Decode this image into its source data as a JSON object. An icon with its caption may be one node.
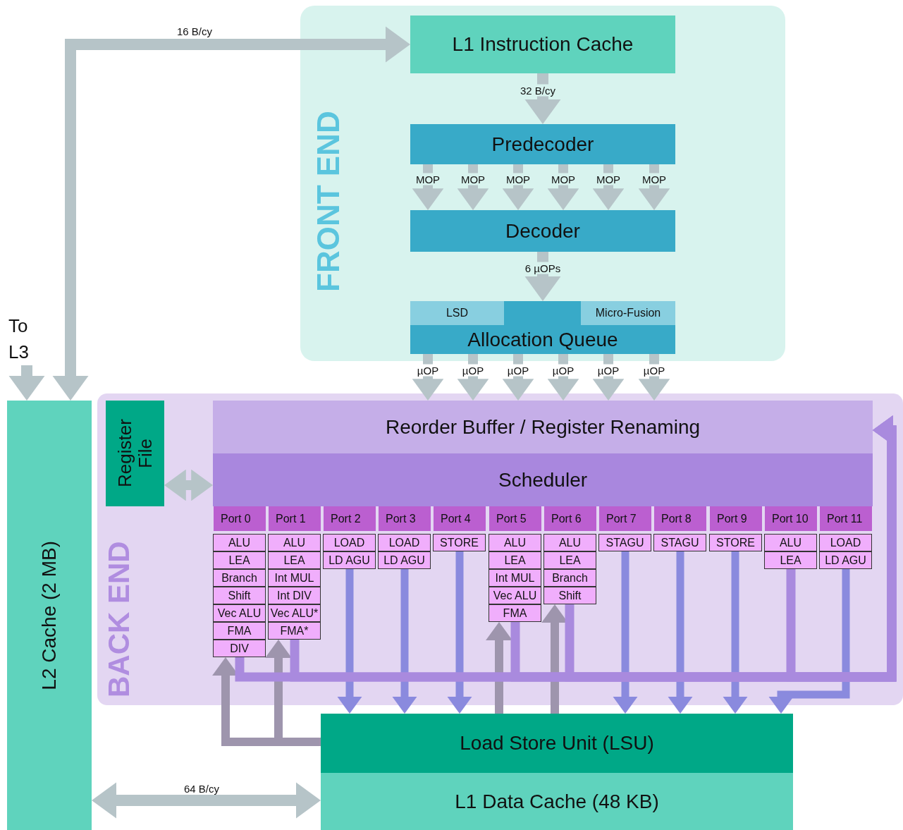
{
  "diagram": {
    "nodes": [
      {
        "text": [
          "FRONT END"
        ]
      },
      {
        "text": [
          "L1 Instruction Cache"
        ],
        "in": 0
      },
      {
        "text": [
          "Predecoder"
        ],
        "in": 0
      },
      {
        "text": [
          "Decoder"
        ],
        "in": 0
      },
      {
        "text": [
          "Allocation Queue"
        ],
        "in": 0
      },
      {
        "text": [
          "LSD"
        ],
        "in": 4
      },
      {
        "text": [
          "Micro-Fusion"
        ],
        "in": 4
      },
      {
        "text": [
          "To L3"
        ]
      },
      {
        "text": [
          "L2 Cache (2 MB)"
        ]
      },
      {
        "text": [
          "BACK END"
        ]
      },
      {
        "text": [
          "Register File"
        ],
        "in": 9
      },
      {
        "text": [
          "Reorder Buffer / Register Renaming"
        ],
        "in": 9
      },
      {
        "text": [
          "Scheduler"
        ],
        "in": 9
      },
      {
        "text": [
          "Port 0"
        ],
        "in": 9
      },
      {
        "text": [
          "ALU"
        ],
        "in": 9
      },
      {
        "text": [
          "LEA"
        ],
        "in": 9
      },
      {
        "text": [
          "Branch"
        ],
        "in": 9
      },
      {
        "text": [
          "Shift"
        ],
        "in": 9
      },
      {
        "text": [
          "Vec ALU"
        ],
        "in": 9
      },
      {
        "text": [
          "FMA"
        ],
        "in": 9
      },
      {
        "text": [
          "DIV"
        ],
        "in": 9
      },
      {
        "text": [
          "Port 1"
        ],
        "in": 9
      },
      {
        "text": [
          "ALU"
        ],
        "in": 9
      },
      {
        "text": [
          "LEA"
        ],
        "in": 9
      },
      {
        "text": [
          "Int MUL"
        ],
        "in": 9
      },
      {
        "text": [
          "Int DIV"
        ],
        "in": 9
      },
      {
        "text": [
          "Vec ALU*"
        ],
        "in": 9
      },
      {
        "text": [
          "FMA*"
        ],
        "in": 9
      },
      {
        "text": [
          "Port 2"
        ],
        "in": 9
      },
      {
        "text": [
          "LOAD"
        ],
        "in": 9
      },
      {
        "text": [
          "LD AGU"
        ],
        "in": 9
      },
      {
        "text": [
          "Port 3"
        ],
        "in": 9
      },
      {
        "text": [
          "LOAD"
        ],
        "in": 9
      },
      {
        "text": [
          "LD AGU"
        ],
        "in": 9
      },
      {
        "text": [
          "Port 4"
        ],
        "in": 9
      },
      {
        "text": [
          "STORE"
        ],
        "in": 9
      },
      {
        "text": [
          "Port 5"
        ],
        "in": 9
      },
      {
        "text": [
          "ALU"
        ],
        "in": 9
      },
      {
        "text": [
          "LEA"
        ],
        "in": 9
      },
      {
        "text": [
          "Int MUL"
        ],
        "in": 9
      },
      {
        "text": [
          "Vec ALU"
        ],
        "in": 9
      },
      {
        "text": [
          "FMA"
        ],
        "in": 9
      },
      {
        "text": [
          "Port 6"
        ],
        "in": 9
      },
      {
        "text": [
          "ALU"
        ],
        "in": 9
      },
      {
        "text": [
          "LEA"
        ],
        "in": 9
      },
      {
        "text": [
          "Branch"
        ],
        "in": 9
      },
      {
        "text": [
          "Shift"
        ],
        "in": 9
      },
      {
        "text": [
          "Port 7"
        ],
        "in": 9
      },
      {
        "text": [
          "STAGU"
        ],
        "in": 9
      },
      {
        "text": [
          "Port 8"
        ],
        "in": 9
      },
      {
        "text": [
          "STAGU"
        ],
        "in": 9
      },
      {
        "text": [
          "Port 9"
        ],
        "in": 9
      },
      {
        "text": [
          "STORE"
        ],
        "in": 9
      },
      {
        "text": [
          "Port 10"
        ],
        "in": 9
      },
      {
        "text": [
          "ALU"
        ],
        "in": 9
      },
      {
        "text": [
          "LEA"
        ],
        "in": 9
      },
      {
        "text": [
          "Port 11"
        ],
        "in": 9
      },
      {
        "text": [
          "LOAD"
        ],
        "in": 9
      },
      {
        "text": [
          "LD AGU"
        ],
        "in": 9
      },
      {
        "text": [
          "Load Store Unit (LSU)"
        ]
      },
      {
        "text": [
          "L1 Data Cache (48 KB)"
        ]
      }
    ],
    "edges": [
      {
        "from": 8,
        "to": 1,
        "arrow": "both",
        "label": "16 B/cy"
      },
      {
        "from": 7,
        "to": 8,
        "arrow": "to"
      },
      {
        "from": 1,
        "to": 2,
        "arrow": "to",
        "label": "32 B/cy"
      },
      {
        "from": 2,
        "to": 3,
        "arrow": "to",
        "label": "MOP"
      },
      {
        "from": 2,
        "to": 3,
        "arrow": "to",
        "label": "MOP"
      },
      {
        "from": 2,
        "to": 3,
        "arrow": "to",
        "label": "MOP"
      },
      {
        "from": 2,
        "to": 3,
        "arrow": "to",
        "label": "MOP"
      },
      {
        "from": 2,
        "to": 3,
        "arrow": "to",
        "label": "MOP"
      },
      {
        "from": 2,
        "to": 3,
        "arrow": "to",
        "label": "MOP"
      },
      {
        "from": 3,
        "to": 4,
        "arrow": "to",
        "label": "6 µOPs"
      },
      {
        "from": 4,
        "to": 11,
        "arrow": "to",
        "label": "µOP"
      },
      {
        "from": 4,
        "to": 11,
        "arrow": "to",
        "label": "µOP"
      },
      {
        "from": 4,
        "to": 11,
        "arrow": "to",
        "label": "µOP"
      },
      {
        "from": 4,
        "to": 11,
        "arrow": "to",
        "label": "µOP"
      },
      {
        "from": 4,
        "to": 11,
        "arrow": "to",
        "label": "µOP"
      },
      {
        "from": 4,
        "to": 11,
        "arrow": "to",
        "label": "µOP"
      },
      {
        "from": 10,
        "to": 12,
        "arrow": "both"
      },
      {
        "from": 20,
        "to": 11,
        "arrow": "to",
        "color": "#a98ade"
      },
      {
        "from": 27,
        "to": 11,
        "arrow": "to",
        "color": "#a98ade"
      },
      {
        "from": 41,
        "to": 11,
        "arrow": "to",
        "color": "#a98ade"
      },
      {
        "from": 46,
        "to": 11,
        "arrow": "to",
        "color": "#a98ade"
      },
      {
        "from": 55,
        "to": 11,
        "arrow": "to",
        "color": "#a98ade"
      },
      {
        "from": 30,
        "to": 59,
        "arrow": "to",
        "color": "#8a8ade"
      },
      {
        "from": 33,
        "to": 59,
        "arrow": "to",
        "color": "#8a8ade"
      },
      {
        "from": 35,
        "to": 59,
        "arrow": "to",
        "color": "#8a8ade"
      },
      {
        "from": 48,
        "to": 59,
        "arrow": "to",
        "color": "#8a8ade"
      },
      {
        "from": 50,
        "to": 59,
        "arrow": "to",
        "color": "#8a8ade"
      },
      {
        "from": 52,
        "to": 59,
        "arrow": "to",
        "color": "#8a8ade"
      },
      {
        "from": 58,
        "to": 59,
        "arrow": "to",
        "color": "#8a8ade"
      },
      {
        "from": 59,
        "to": 20,
        "arrow": "to",
        "color": "#9e95ad"
      },
      {
        "from": 59,
        "to": 27,
        "arrow": "to",
        "color": "#9e95ad"
      },
      {
        "from": 59,
        "to": 41,
        "arrow": "to",
        "color": "#9e95ad"
      },
      {
        "from": 59,
        "to": 46,
        "arrow": "to",
        "color": "#9e95ad"
      },
      {
        "from": 8,
        "to": 60,
        "arrow": "both",
        "label": "64 B/cy"
      }
    ]
  }
}
